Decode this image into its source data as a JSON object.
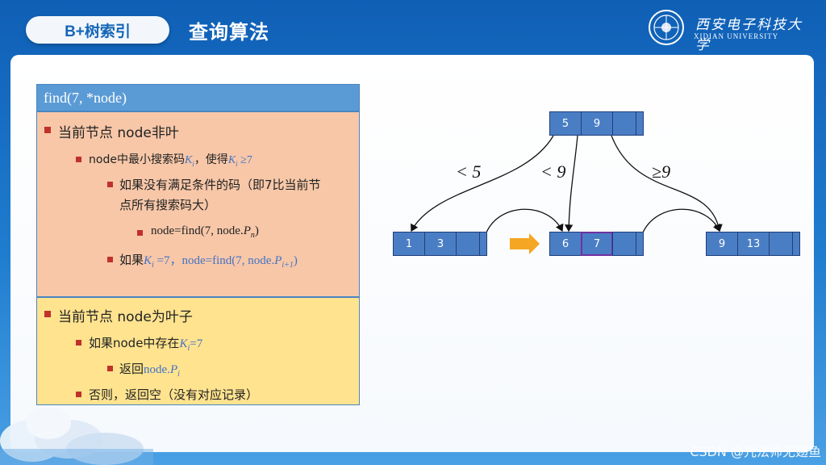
{
  "header": {
    "tab_label": "B+树索引",
    "title": "查询算法",
    "logo_cn": "西安电子科技大学",
    "logo_en": "XIDIAN UNIVERSITY"
  },
  "panel": {
    "title": "find(7, *node)",
    "section1": {
      "heading": "当前节点 node非叶",
      "item1_pre": "node中最小搜索码",
      "item1_k": "K",
      "item1_sub": "i",
      "item1_mid": "，使得",
      "item1_k2": "K",
      "item1_sub2": "i",
      "item1_cond": " ≥7",
      "item2_line1": "如果没有满足条件的码（即7比当前节",
      "item2_line2": "点所有搜索码大）",
      "item3_pre": "node=find(7, node.",
      "item3_p": "P",
      "item3_sub": "n",
      "item3_post": ")",
      "item4_pre": "如果",
      "item4_k": "K",
      "item4_sub": "i",
      "item4_mid": " =7，node=find(7, node.",
      "item4_p": "P",
      "item4_sub2": "i+1",
      "item4_post": ")"
    },
    "section2": {
      "heading": "当前节点 node为叶子",
      "item1_pre": "如果node中存在",
      "item1_k": "K",
      "item1_sub": "i",
      "item1_post": "=7",
      "item2_pre": "返回",
      "item2_val": "node.",
      "item2_p": "P",
      "item2_sub": "i",
      "item3": "否则，返回空（没有对应记录）"
    }
  },
  "tree": {
    "root_keys": [
      "5",
      "9"
    ],
    "leaf1_keys": [
      "1",
      "3"
    ],
    "leaf2_keys": [
      "6",
      "7"
    ],
    "leaf3_keys": [
      "9",
      "13"
    ],
    "label_lt5": "< 5",
    "label_lt9": "< 9",
    "label_ge9": "≥9",
    "highlight_key": "7",
    "colors": {
      "cell": "#4a7ec4",
      "highlight_border": "#7030a0",
      "arrow": "#f5a623"
    }
  },
  "watermark": "CSDN @咒法师无翅鱼"
}
